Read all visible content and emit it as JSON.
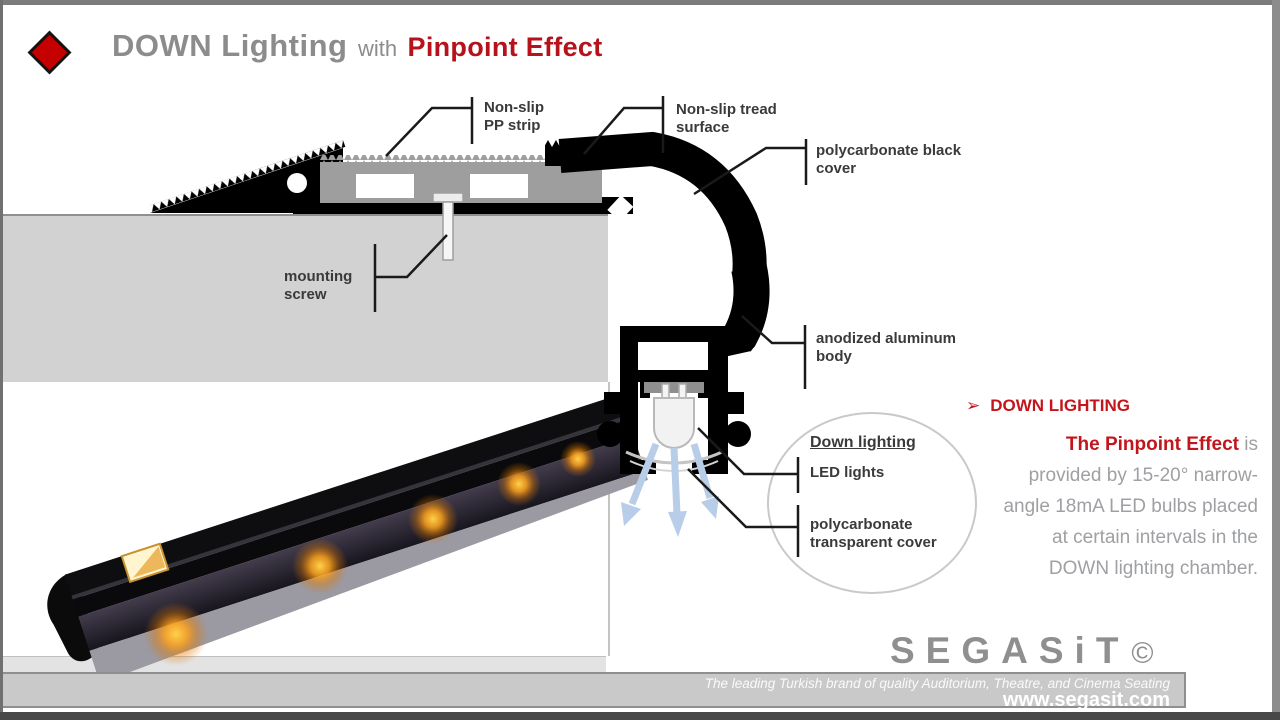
{
  "title": {
    "main": "DOWN Lighting",
    "connector": "with",
    "accent": "Pinpoint Effect"
  },
  "diagram": {
    "labels": {
      "pp_strip": {
        "line1": "Non-slip",
        "line2": "PP strip"
      },
      "tread_surface": {
        "line1": "Non-slip tread",
        "line2": "surface"
      },
      "black_cover": {
        "line1": "polycarbonate black",
        "line2": "cover"
      },
      "mounting_screw": {
        "line1": "mounting",
        "line2": "screw"
      },
      "aluminum_body": {
        "line1": "anodized aluminum",
        "line2": "body"
      },
      "down_lighting": "Down lighting",
      "led_lights": "LED lights",
      "transparent_cover": {
        "line1": "polycarbonate",
        "line2": "transparent cover"
      }
    }
  },
  "callout": {
    "bullet": "➢",
    "heading": "DOWN LIGHTING",
    "line1_accent": "The Pinpoint Effect",
    "line1_rest": " is",
    "lines": [
      "provided by 15-20° narrow-",
      "angle 18mA LED bulbs placed",
      "at certain intervals in the",
      "DOWN lighting chamber."
    ]
  },
  "footer": {
    "logo": "SEGASiT",
    "copyright": "©",
    "tagline": "The leading Turkish brand of quality Auditorium, Theatre, and Cinema Seating",
    "website": "www.segasit.com"
  },
  "colors": {
    "accent_red": "#b5121b",
    "diamond_red": "#c40000",
    "title_gray": "#8c8c8c",
    "label_dark": "#3a3a3a",
    "body_text_gray": "#9ea0a3",
    "circle_outline": "#c9c9c9",
    "light_arrow_blue": "#b7cde8",
    "led_glow_amber": "#ffa41e",
    "footer_band_gray": "#c9c9c9",
    "substrate_gray": "#d2d2d2"
  }
}
